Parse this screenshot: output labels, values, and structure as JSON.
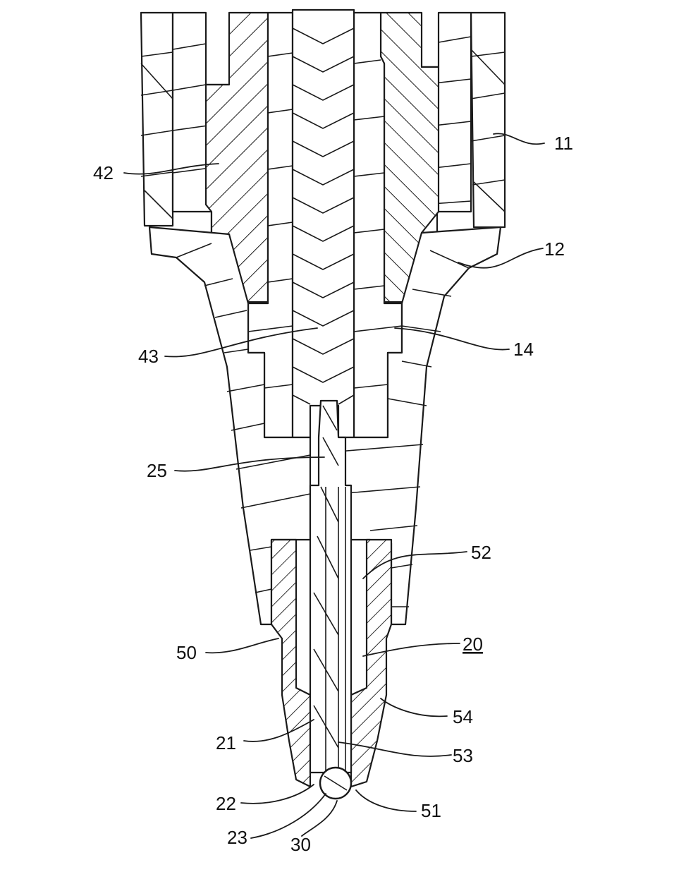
{
  "figure": {
    "reference_numerals": [
      {
        "id": "11",
        "label": "11"
      },
      {
        "id": "12",
        "label": "12"
      },
      {
        "id": "14",
        "label": "14"
      },
      {
        "id": "20",
        "label": "20",
        "underlined": true
      },
      {
        "id": "21",
        "label": "21"
      },
      {
        "id": "22",
        "label": "22"
      },
      {
        "id": "23",
        "label": "23"
      },
      {
        "id": "25",
        "label": "25"
      },
      {
        "id": "30",
        "label": "30"
      },
      {
        "id": "42",
        "label": "42"
      },
      {
        "id": "43",
        "label": "43"
      },
      {
        "id": "50",
        "label": "50"
      },
      {
        "id": "51",
        "label": "51"
      },
      {
        "id": "52",
        "label": "52"
      },
      {
        "id": "53",
        "label": "53"
      },
      {
        "id": "54",
        "label": "54"
      }
    ],
    "colors": {
      "ink": "#1a1a1a",
      "paper": "#ffffff"
    }
  }
}
